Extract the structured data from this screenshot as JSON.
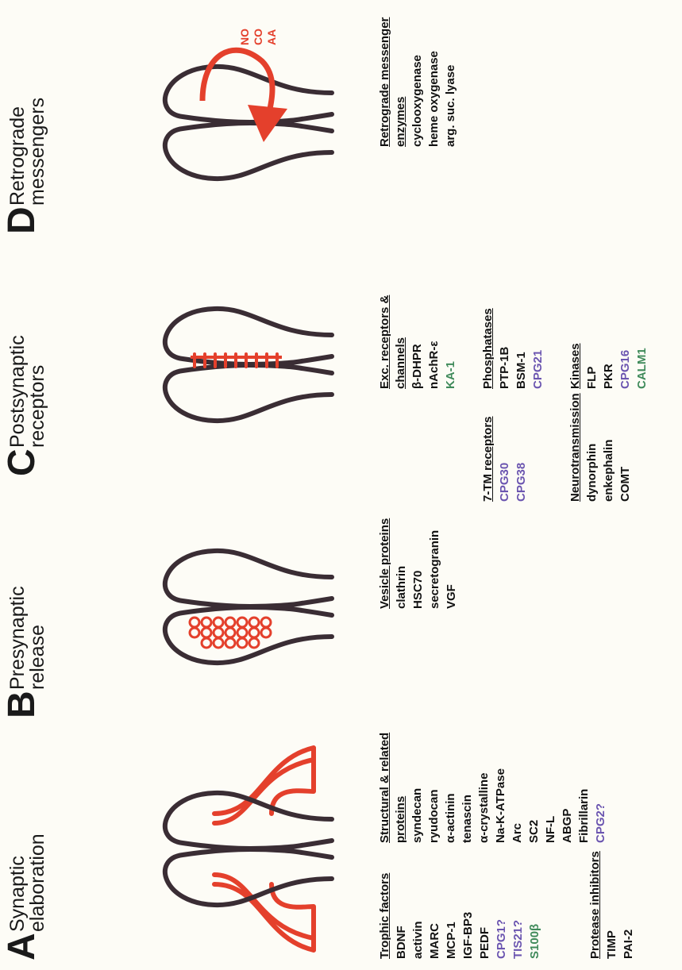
{
  "panels": {
    "a": {
      "letter": "A",
      "title_1": "Synaptic",
      "title_2": "elaboration"
    },
    "b": {
      "letter": "B",
      "title_1": "Presynaptic",
      "title_2": "release"
    },
    "c": {
      "letter": "C",
      "title_1": "Postsynaptic",
      "title_2": "receptors"
    },
    "d": {
      "letter": "D",
      "title_1": "Retrograde",
      "title_2": "messengers"
    }
  },
  "arrow_labels": [
    "NO",
    "CO",
    "AA"
  ],
  "lists": {
    "trophic": {
      "heading": "Trophic factors",
      "items": [
        "BDNF",
        "activin",
        "MARC",
        "MCP-1",
        "IGF-BP3",
        "PEDF",
        "CPG1?",
        "TIS21?",
        "S100β"
      ]
    },
    "structural": {
      "heading_1": "Structural & related",
      "heading_2": "proteins",
      "items": [
        "syndecan",
        "ryudocan",
        "α-actinin",
        "tenascin",
        "α-crystalline",
        "Na-K-ATPase",
        "Arc",
        "SC2",
        "NF-L",
        "ABGP",
        "Fibrillarin",
        "CPG2?"
      ]
    },
    "protease": {
      "heading": "Protease inhibitors",
      "items": [
        "TIMP",
        "PAI-2"
      ]
    },
    "vesicle": {
      "heading": "Vesicle proteins",
      "items": [
        "clathrin",
        "HSC70",
        "secretogranin",
        "VGF"
      ]
    },
    "seven_tm": {
      "heading": "7-TM  receptors",
      "items": [
        "CPG30",
        "CPG38"
      ]
    },
    "neurotransmission": {
      "heading": "Neurotransmission",
      "items": [
        "dynorphin",
        "enkephalin",
        "COMT"
      ]
    },
    "exc": {
      "heading_1": "Exc. receptors &",
      "heading_2": "channels",
      "items": [
        "β-DHPR",
        "nAchR-ε",
        "KA-1"
      ]
    },
    "phosphatases": {
      "heading": "Phosphatases",
      "items": [
        "PTP-1B",
        "BSM-1",
        "CPG21"
      ]
    },
    "kinases": {
      "heading": "Kinases",
      "items": [
        "FLP",
        "PKR",
        "CPG16",
        "CALM1"
      ]
    },
    "retrograde": {
      "heading_1": "Retrograde messenger",
      "heading_2": "enzymes",
      "items": [
        "cyclooxygenase",
        "heme oxygenase",
        "arg.  suc. lyase"
      ]
    }
  },
  "colors": {
    "membrane": "#3a2d34",
    "highlight_red": "#e4402c",
    "novel_gene_purple": "#6b55b0",
    "glial_green": "#3f8a5a"
  }
}
